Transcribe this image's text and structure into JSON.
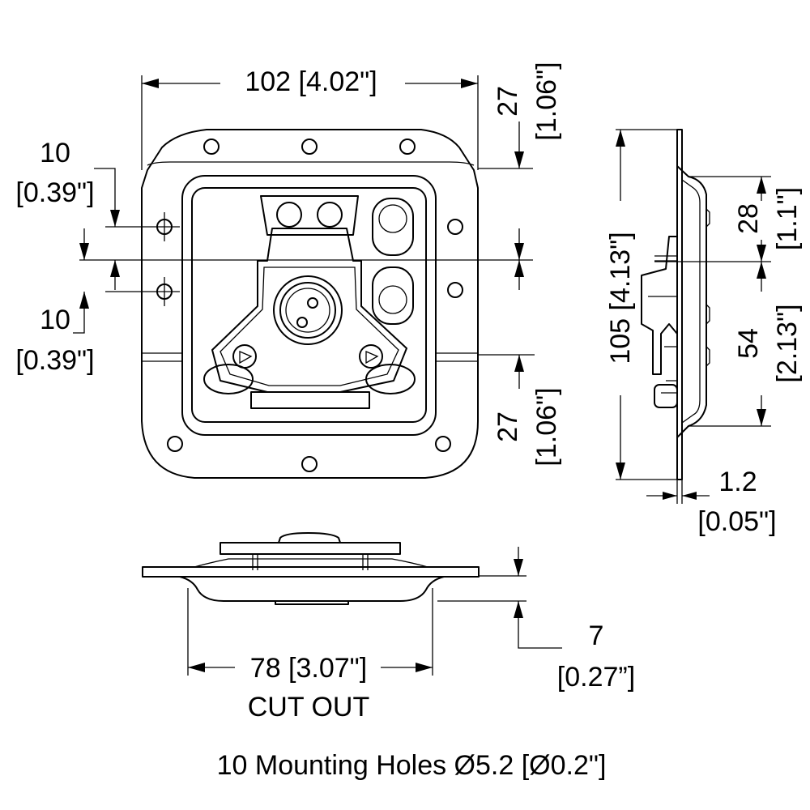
{
  "drawing": {
    "front_width": "102 [4.02\"]",
    "top_offset_mm": "27",
    "top_offset_in": "[1.06\"]",
    "bottom_offset_mm": "27",
    "bottom_offset_in": "[1.06\"]",
    "hole_spacing_top_mm": "10",
    "hole_spacing_top_in": "[0.39\"]",
    "hole_spacing_bottom_mm": "10",
    "hole_spacing_bottom_in": "[0.39\"]",
    "side_height": "105 [4.13\"]",
    "side_upper_mm": "28",
    "side_upper_in": "[1.1\"]",
    "side_lower_mm": "54",
    "side_lower_in": "[2.13\"]",
    "thickness_mm": "1.2",
    "thickness_in": "[0.05\"]",
    "depth_mm": "7",
    "depth_in": "[0.27”]",
    "cutout_width": "78 [3.07\"]",
    "cutout_label": "CUT OUT",
    "mounting_note": "10 Mounting Holes Ø5.2 [Ø0.2\"]"
  }
}
